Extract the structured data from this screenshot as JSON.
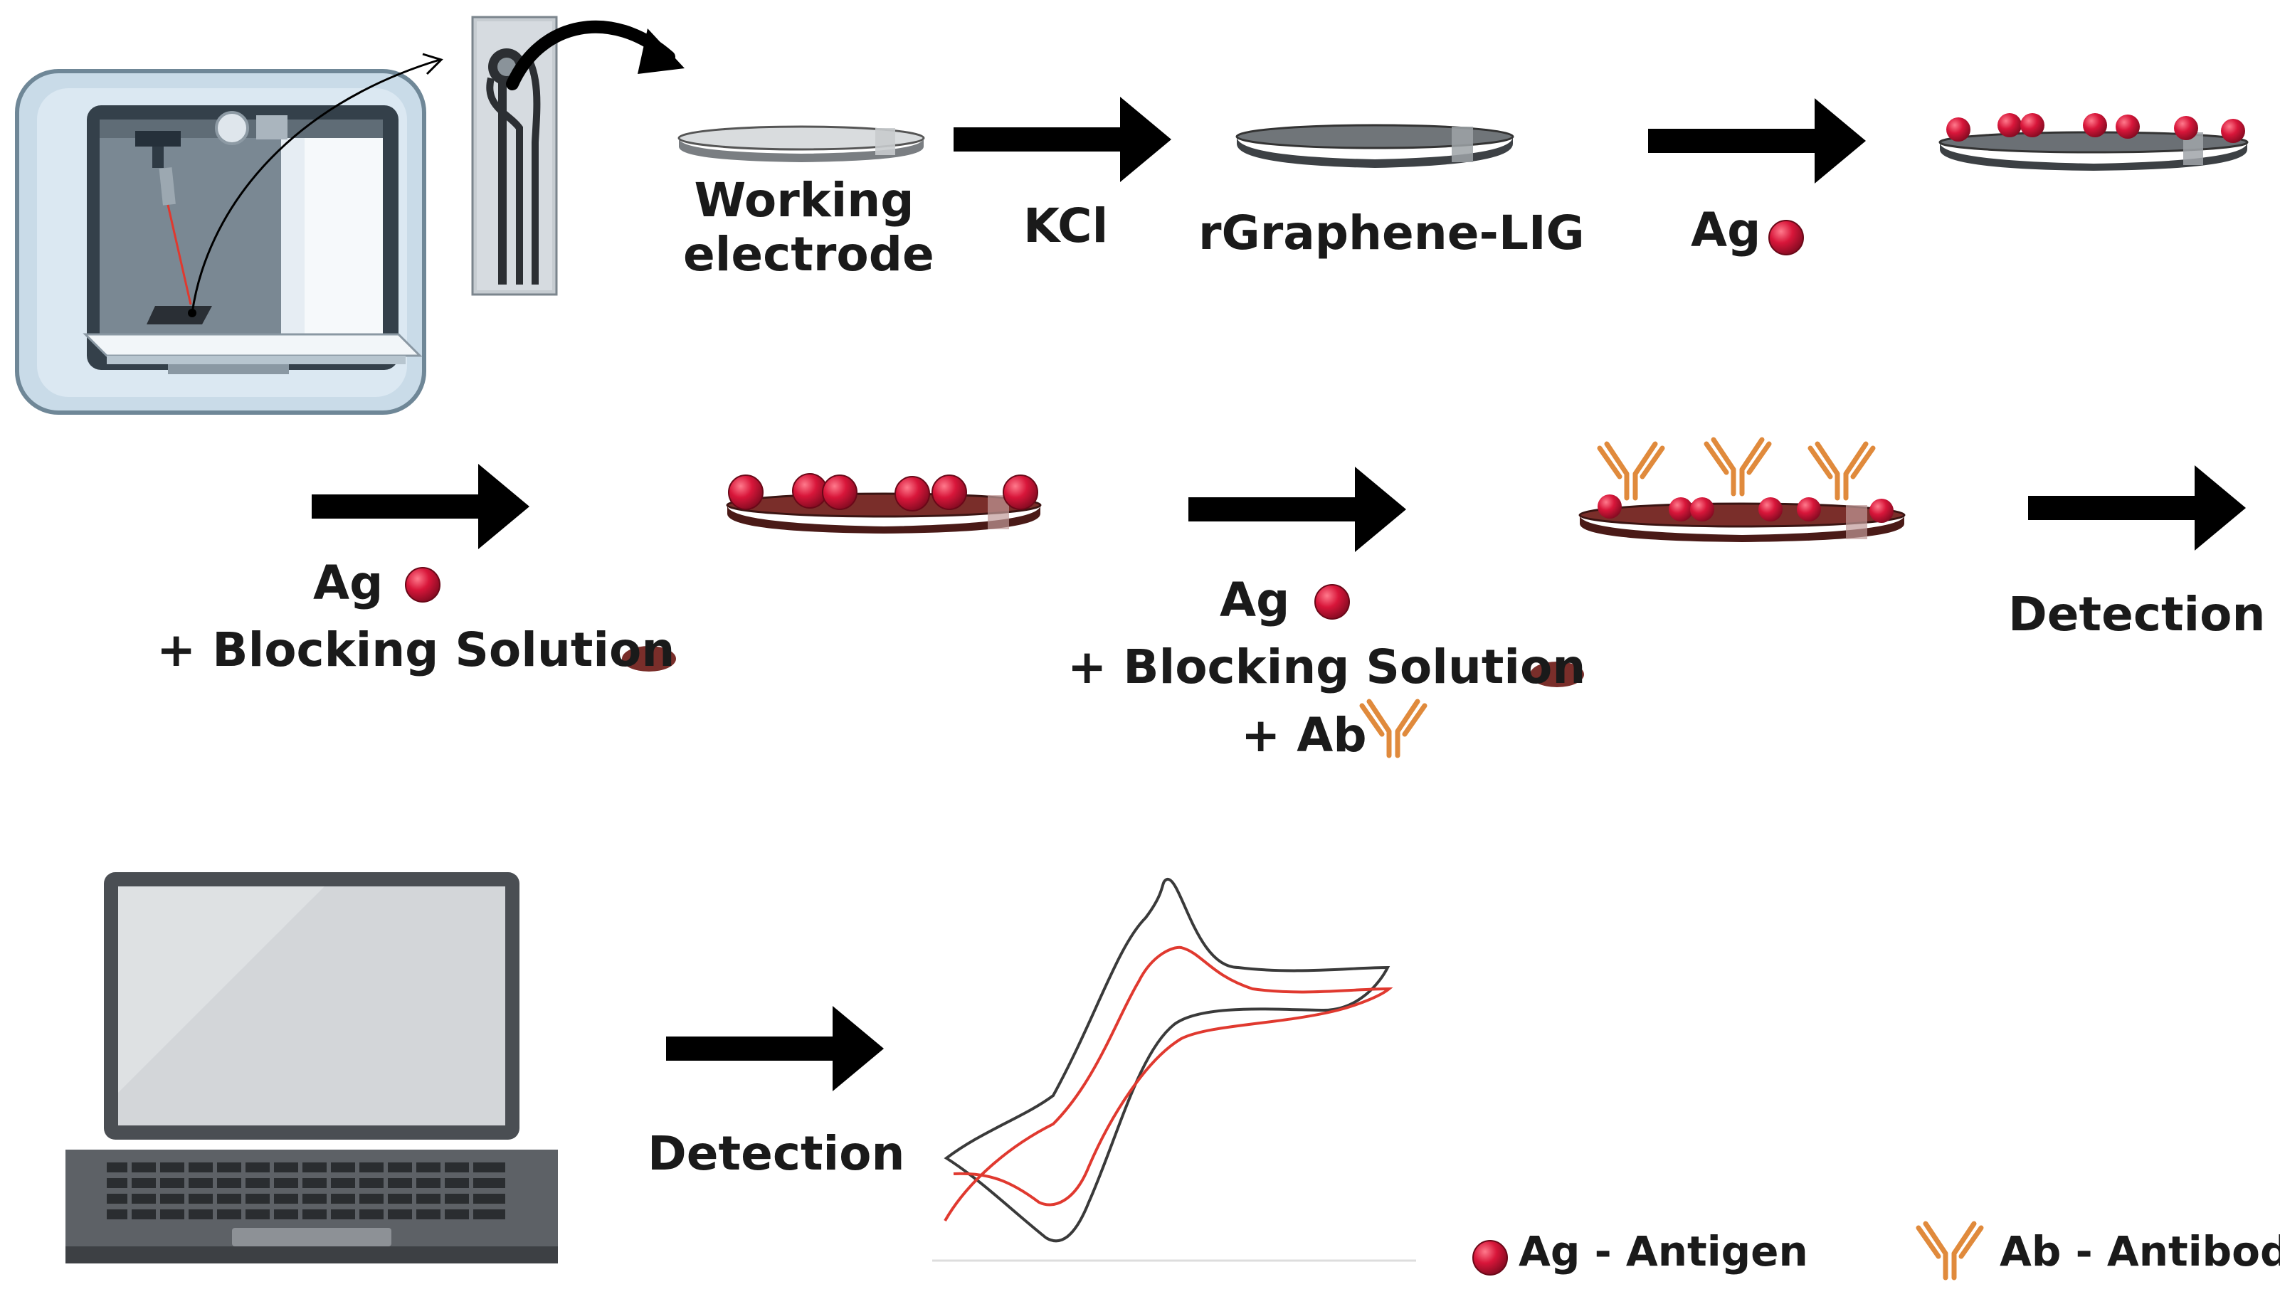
{
  "labels": {
    "working_electrode_line1": "Working",
    "working_electrode_line2": "electrode",
    "kcl": "KCl",
    "rgraphene_lig": "rGraphene-LIG",
    "ag_step3": "Ag",
    "ag_step4": "Ag",
    "blocking_step4": "+ Blocking Solution",
    "ag_step5": "Ag",
    "blocking_step5": "+ Blocking Solution",
    "ab_step5": "+ Ab",
    "detection_row2": "Detection",
    "detection_row3": "Detection"
  },
  "legend": {
    "antigen": "Ag - Antigen",
    "antibody": "Ab - Antibody"
  },
  "colors": {
    "antigen": "#d8163a",
    "antibody": "#e08a3c",
    "blocking": "#7a2e2a",
    "arrow": "#000000",
    "plot_black": "#3a3a3a",
    "plot_red": "#e0392f"
  },
  "icons": [
    "laser-printer-icon",
    "electrode-strip-icon",
    "laptop-icon",
    "antigen-icon",
    "antibody-icon",
    "blocking-solution-icon"
  ]
}
